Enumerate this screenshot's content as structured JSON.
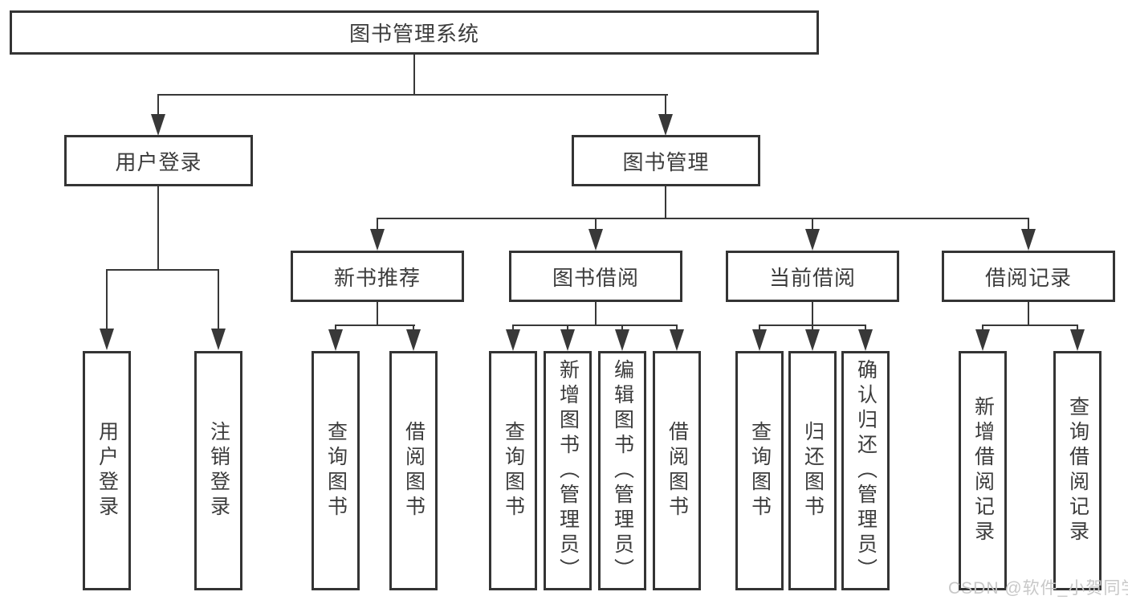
{
  "tree": {
    "root": "图书管理系统",
    "children": [
      {
        "label": "用户登录",
        "children": [
          "用户登录",
          "注销登录"
        ]
      },
      {
        "label": "图书管理",
        "children": [
          {
            "label": "新书推荐",
            "children": [
              "查询图书",
              "借阅图书"
            ]
          },
          {
            "label": "图书借阅",
            "children": [
              "查询图书",
              "新增图书（管理员）",
              "编辑图书（管理员）",
              "借阅图书"
            ]
          },
          {
            "label": "当前借阅",
            "children": [
              "查询图书",
              "归还图书",
              "确认归还（管理员）"
            ]
          },
          {
            "label": "借阅记录",
            "children": [
              "新增借阅记录",
              "查询借阅记录"
            ]
          }
        ]
      }
    ]
  },
  "watermark": "CSDN @软件_小贺同学",
  "colors": {
    "line": "#383838",
    "box_border": "#343434",
    "text": "#3c3c3c",
    "watermark": "#c8c8c8",
    "background": "#ffffff"
  }
}
